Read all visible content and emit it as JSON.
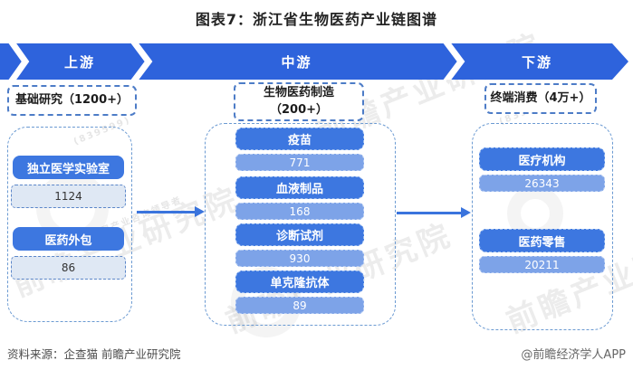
{
  "title": "图表7：浙江省生物医药产业链图谱",
  "banner": {
    "segments": [
      {
        "label": "上游"
      },
      {
        "label": "中游"
      },
      {
        "label": "下游"
      }
    ]
  },
  "columns": [
    {
      "stage": "上游",
      "header_lines": [
        "基础研究（1200+）"
      ],
      "items": [
        {
          "label": "独立医学实验室",
          "value": "1124"
        },
        {
          "label": "医药外包",
          "value": "86"
        }
      ]
    },
    {
      "stage": "中游",
      "header_lines": [
        "生物医药制造",
        "（200+）"
      ],
      "items": [
        {
          "label": "疫苗",
          "value": "771"
        },
        {
          "label": "血液制品",
          "value": "168"
        },
        {
          "label": "诊断试剂",
          "value": "930"
        },
        {
          "label": "单克隆抗体",
          "value": "89"
        }
      ]
    },
    {
      "stage": "下游",
      "header_lines": [
        "终端消费（4万+）"
      ],
      "items": [
        {
          "label": "医疗机构",
          "value": "26343"
        },
        {
          "label": "医药零售",
          "value": "20211"
        }
      ]
    }
  ],
  "footer": {
    "source": "资料来源：企查猫 前瞻产业研究院",
    "credit": "@前瞻经济学人APP"
  },
  "watermark": {
    "main": "前瞻产业研究院",
    "sub": "中国产业咨询领导者",
    "code": "(839599)"
  },
  "colors": {
    "banner_blue": "#2e63dc",
    "category_blue": "#3d77e0",
    "value_blue": "#7da3e8",
    "value_light_bg": "#dfe8f4",
    "dashed_border": "#5b86c9",
    "arrow_blue": "#3a74dd"
  }
}
